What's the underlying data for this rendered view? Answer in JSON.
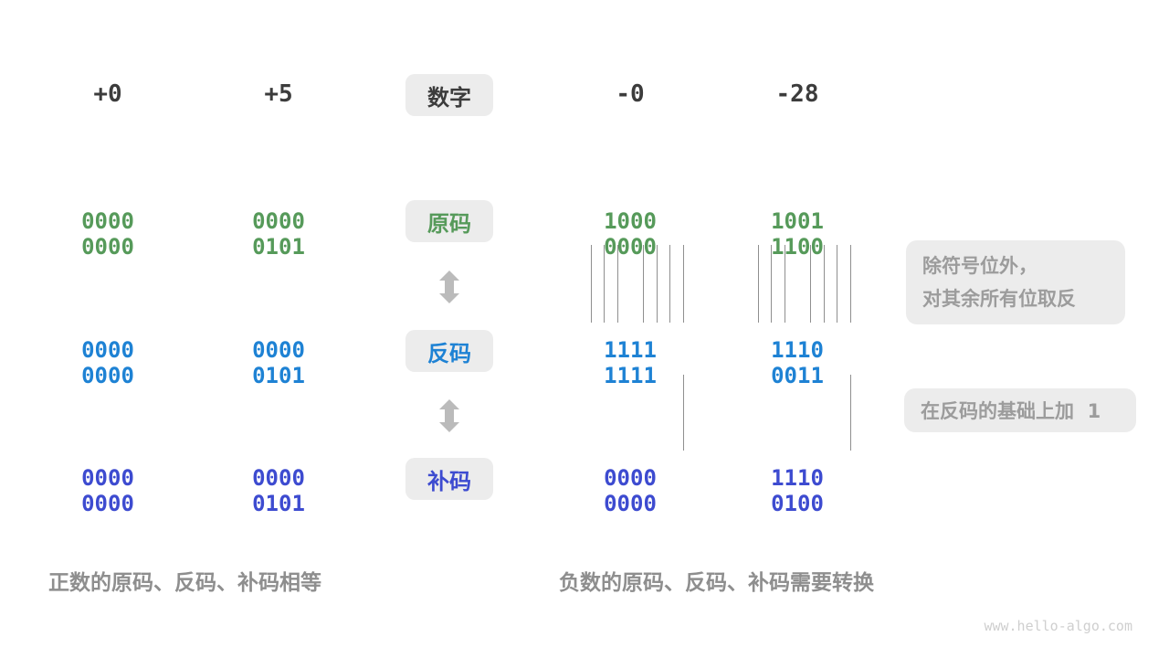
{
  "colors": {
    "code-green": "#569a5a",
    "code-blue": "#1e82d4",
    "code-indigo": "#3d4bd0",
    "box-bg": "#ececec",
    "dark-text": "#3c3c3c",
    "note-text": "#9c9c9c",
    "caption-text": "#8e8e8e",
    "arrow-gray": "#bbbbbb",
    "tick-gray": "#8f8f8f",
    "watermark-gray": "#cfcfcf"
  },
  "header": {
    "label": "数字",
    "columns": [
      "+0",
      "+5",
      "-0",
      "-28"
    ]
  },
  "rows": [
    {
      "label": "原码",
      "values": [
        "0000 0000",
        "0000 0101",
        "1000 0000",
        "1001 1100"
      ]
    },
    {
      "label": "反码",
      "values": [
        "0000 0000",
        "0000 0101",
        "1111 1111",
        "1110 0011"
      ]
    },
    {
      "label": "补码",
      "values": [
        "0000 0000",
        "0000 0101",
        "0000 0000",
        "1110 0100"
      ]
    }
  ],
  "annotations": {
    "invert_line1": "除符号位外，",
    "invert_line2": "对其余所有位取反",
    "add_one": "在反码的基础上加  1"
  },
  "captions": {
    "positive": "正数的原码、反码、补码相等",
    "negative": "负数的原码、反码、补码需要转换"
  },
  "watermark": "www.hello-algo.com"
}
